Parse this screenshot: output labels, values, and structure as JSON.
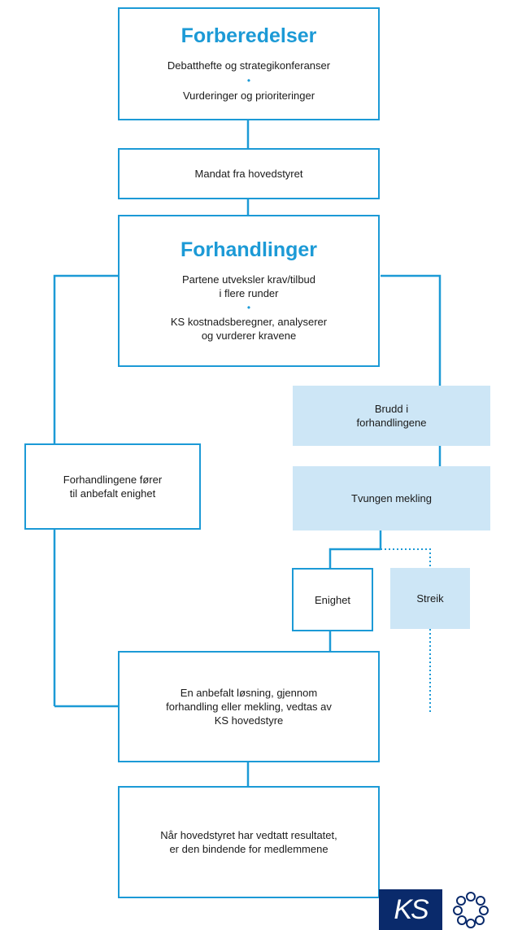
{
  "forberedelser": {
    "title": "Forberedelser",
    "line1": "Debatthefte og strategikonferanser",
    "separator": "•",
    "line2": "Vurderinger og prioriteringer"
  },
  "mandat": {
    "text": "Mandat fra hovedstyret"
  },
  "forhandlinger": {
    "title": "Forhandlinger",
    "line1a": "Partene utveksler krav/tilbud",
    "line1b": "i flere runder",
    "separator": "•",
    "line2a": "KS kostnadsberegner, analyserer",
    "line2b": "og vurderer kravene"
  },
  "brudd": {
    "line1": "Brudd i",
    "line2": "forhandlingene"
  },
  "anbefalt": {
    "line1": "Forhandlingene fører",
    "line2": "til anbefalt enighet"
  },
  "mekling": {
    "text": "Tvungen mekling"
  },
  "enighet": {
    "text": "Enighet"
  },
  "streik": {
    "text": "Streik"
  },
  "losning": {
    "line1": "En anbefalt løsning, gjennom",
    "line2": "forhandling eller mekling, vedtas av",
    "line3": "KS hovedstyre"
  },
  "resultat": {
    "line1": "Når hovedstyret har vedtatt resultatet,",
    "line2": "er den bindende for medlemmene"
  },
  "logo": {
    "text": "KS"
  },
  "colors": {
    "accent": "#1c9ad6",
    "light_fill": "#cde6f6",
    "logo_bg": "#0a2a6b"
  }
}
